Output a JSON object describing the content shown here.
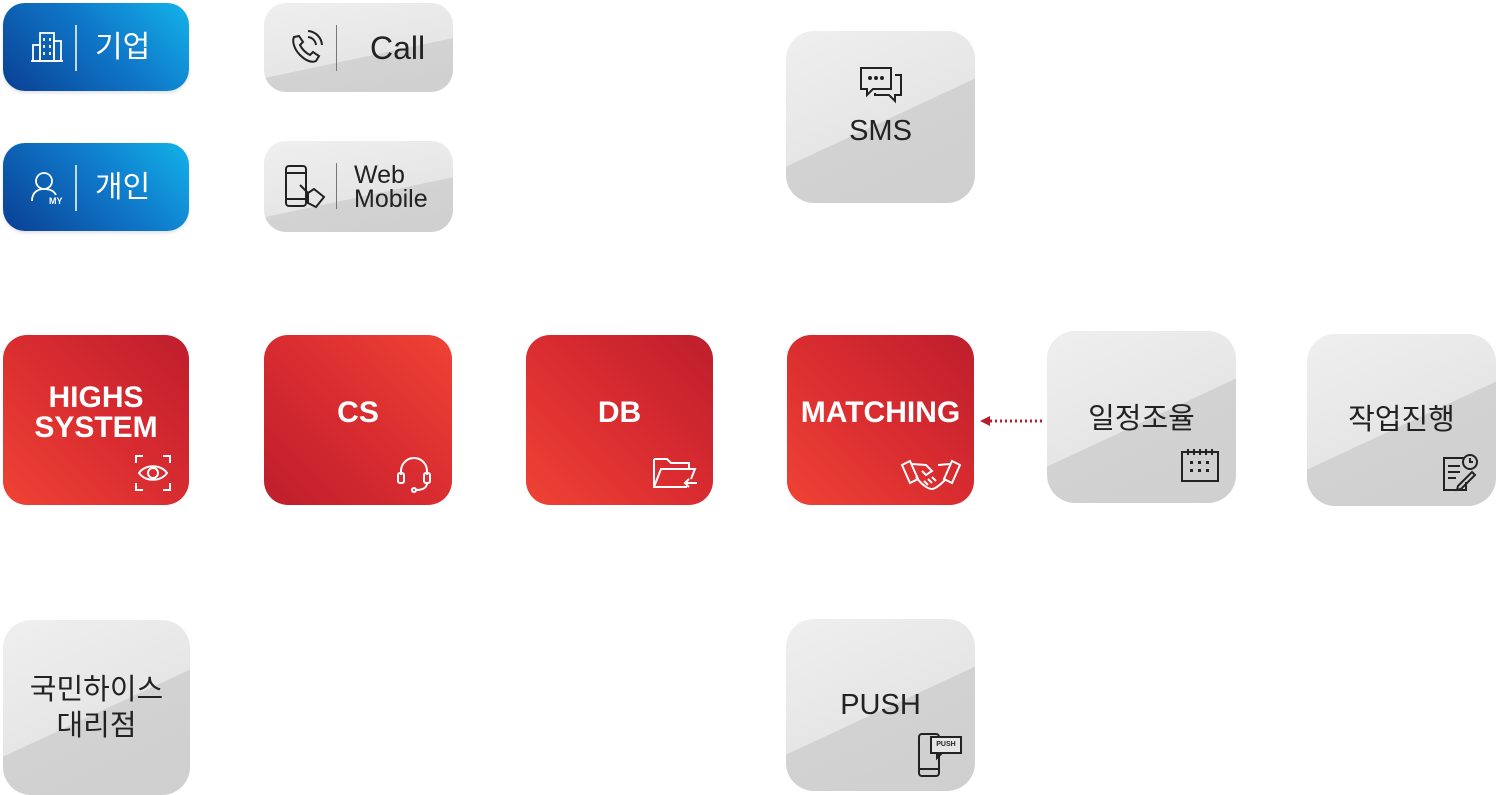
{
  "channels": {
    "corporate": {
      "label": "기업",
      "icon": "building-icon"
    },
    "personal": {
      "label": "개인",
      "icon": "person-my-icon"
    },
    "call": {
      "label": "Call",
      "icon": "phone-call-icon"
    },
    "web_mobile": {
      "label_line1": "Web",
      "label_line2": "Mobile",
      "icon": "mobile-touch-icon"
    }
  },
  "process": {
    "highs_system": {
      "line1": "HIGHS",
      "line2": "SYSTEM",
      "icon": "eye-scan-icon"
    },
    "cs": {
      "label": "CS",
      "icon": "headset-icon"
    },
    "db": {
      "label": "DB",
      "icon": "folder-icon"
    },
    "matching": {
      "label": "MATCHING",
      "icon": "handshake-icon"
    },
    "schedule": {
      "label": "일정조율",
      "icon": "calendar-icon"
    },
    "work": {
      "label": "작업진행",
      "icon": "document-clock-icon"
    }
  },
  "notify": {
    "sms": {
      "label": "SMS",
      "icon": "chat-bubbles-icon"
    },
    "push": {
      "label": "PUSH",
      "icon": "phone-push-icon",
      "badge": "PUSH"
    }
  },
  "agency": {
    "line1": "국민하이스",
    "line2": "대리점"
  },
  "colors": {
    "blue": "#0f78c9",
    "red": "#d92c30",
    "grey": "#e6e6e6",
    "arrow": "#b3202f"
  }
}
